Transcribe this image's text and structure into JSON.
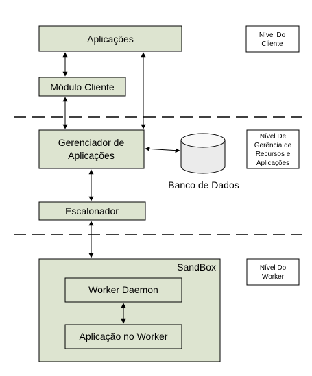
{
  "diagram": {
    "colors": {
      "box_fill": "#dde4d0",
      "border": "#000000",
      "background": "#ffffff"
    },
    "boxes": {
      "aplicacoes": "Aplicações",
      "modulo_cliente": "Módulo Cliente",
      "gerenciador_line1": "Gerenciador de",
      "gerenciador_line2": "Aplicações",
      "escalonador": "Escalonador",
      "sandbox": "SandBox",
      "worker_daemon": "Worker Daemon",
      "aplicacao_worker": "Aplicação no Worker"
    },
    "database": {
      "label": "Banco de Dados"
    },
    "levels": {
      "cliente": [
        "Nível Do",
        "Cliente"
      ],
      "gerencia": [
        "Nível De",
        "Gerência de",
        "Recursos e",
        "Aplicações"
      ],
      "worker": [
        "Nível Do",
        "Worker"
      ]
    }
  }
}
